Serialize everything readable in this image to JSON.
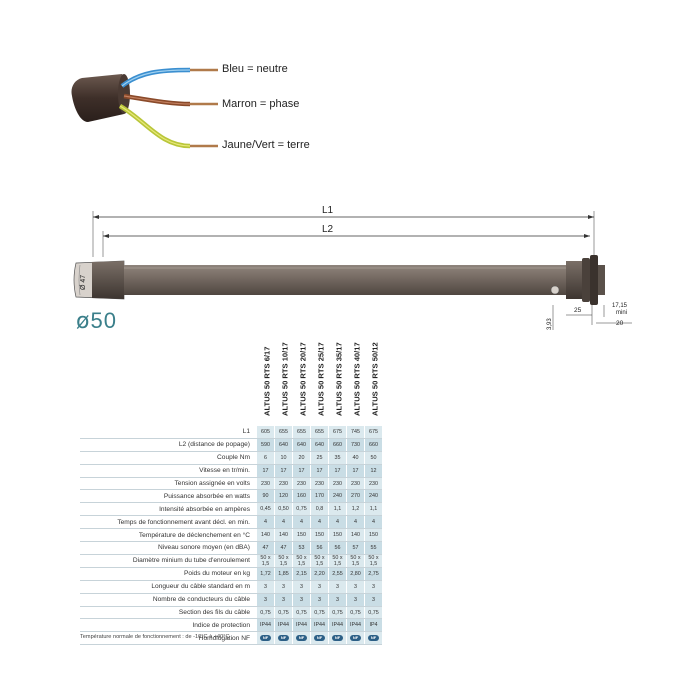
{
  "wires": {
    "blue": "Bleu = neutre",
    "brown": "Marron = phase",
    "yellow": "Jaune/Vert = terre"
  },
  "drawing": {
    "l1": "L1",
    "l2": "L2",
    "d47": "Ø 47",
    "d50_symbol": "ø",
    "d50_value": "50",
    "dim_25": "25",
    "dim_20": "20",
    "dim_3_93": "3,93",
    "dim_17_15": "17,15",
    "dim_mini": "mini"
  },
  "table": {
    "models": [
      "ALTUS 50 RTS 6/17",
      "ALTUS 50 RTS 10/17",
      "ALTUS 50 RTS 20/17",
      "ALTUS 50 RTS 25/17",
      "ALTUS 50 RTS 35/17",
      "ALTUS 50 RTS 40/17",
      "ALTUS 50 RTS 50/12"
    ],
    "rows": [
      {
        "label": "L1",
        "values": [
          "605",
          "655",
          "655",
          "655",
          "675",
          "745",
          "675"
        ]
      },
      {
        "label": "L2 (distance de popage)",
        "values": [
          "590",
          "640",
          "640",
          "640",
          "660",
          "730",
          "660"
        ]
      },
      {
        "label": "Couple Nm",
        "values": [
          "6",
          "10",
          "20",
          "25",
          "35",
          "40",
          "50"
        ]
      },
      {
        "label": "Vitesse en tr/min.",
        "values": [
          "17",
          "17",
          "17",
          "17",
          "17",
          "17",
          "12"
        ]
      },
      {
        "label": "Tension assignée en volts",
        "values": [
          "230",
          "230",
          "230",
          "230",
          "230",
          "230",
          "230"
        ]
      },
      {
        "label": "Puissance absorbée en watts",
        "values": [
          "90",
          "120",
          "160",
          "170",
          "240",
          "270",
          "240"
        ]
      },
      {
        "label": "Intensité absorbée en ampères",
        "values": [
          "0,45",
          "0,50",
          "0,75",
          "0,8",
          "1,1",
          "1,2",
          "1,1"
        ]
      },
      {
        "label": "Temps de fonctionnement avant décl. en min.",
        "values": [
          "4",
          "4",
          "4",
          "4",
          "4",
          "4",
          "4"
        ]
      },
      {
        "label": "Température de déclenchement en °C",
        "values": [
          "140",
          "140",
          "150",
          "150",
          "150",
          "140",
          "150"
        ]
      },
      {
        "label": "Niveau sonore moyen (en dBA)",
        "values": [
          "47",
          "47",
          "53",
          "56",
          "56",
          "57",
          "55"
        ]
      },
      {
        "label": "Diamètre minium du tube d'enroulement",
        "values": [
          "50 x 1,5",
          "50 x 1,5",
          "50 x 1,5",
          "50 x 1,5",
          "50 x 1,5",
          "50 x 1,5",
          "50 x 1,5"
        ]
      },
      {
        "label": "Poids du moteur en kg",
        "values": [
          "1,72",
          "1,85",
          "2,15",
          "2,20",
          "2,55",
          "2,80",
          "2,75"
        ]
      },
      {
        "label": "Longueur du câble standard en m",
        "values": [
          "3",
          "3",
          "3",
          "3",
          "3",
          "3",
          "3"
        ]
      },
      {
        "label": "Nombre de conducteurs du câble",
        "values": [
          "3",
          "3",
          "3",
          "3",
          "3",
          "3",
          "3"
        ]
      },
      {
        "label": "Section des fils du câble",
        "values": [
          "0,75",
          "0,75",
          "0,75",
          "0,75",
          "0,75",
          "0,75",
          "0,75"
        ]
      },
      {
        "label": "Indice de protection",
        "values": [
          "IP44",
          "IP44",
          "IP44",
          "IP44",
          "IP44",
          "IP44",
          "IP4"
        ]
      },
      {
        "label": "Homologation NF",
        "values": [
          "NF",
          "NF",
          "NF",
          "NF",
          "NF",
          "NF",
          "NF"
        ]
      }
    ],
    "footnote": "Température normale de fonctionnement : de -10°C à +40°C"
  },
  "colors": {
    "accent": "#3a7f8a",
    "motor": "#6b625b",
    "table_fill": "#dbe9ee"
  }
}
